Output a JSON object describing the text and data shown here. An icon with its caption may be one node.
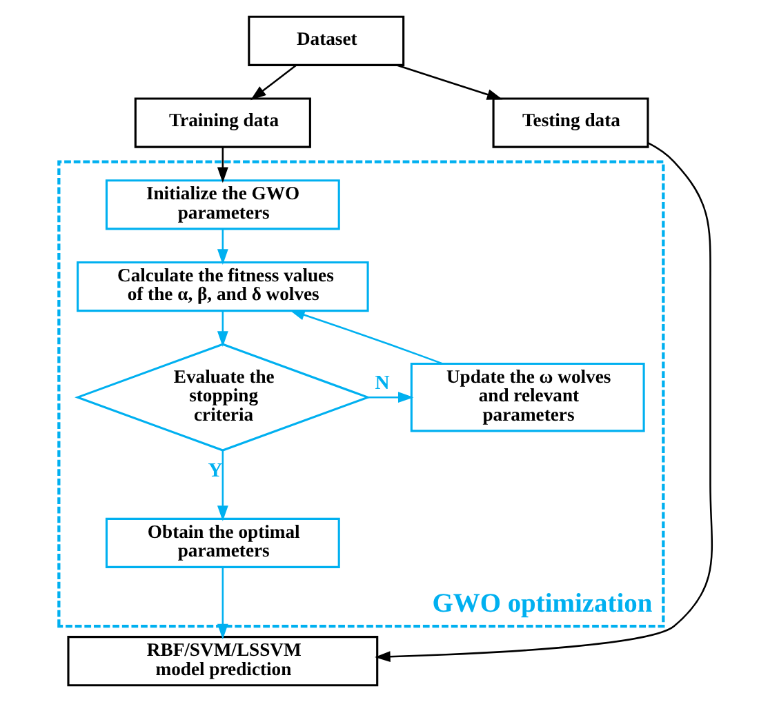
{
  "diagram": {
    "nodes": [
      {
        "text": [
          "Dataset"
        ]
      },
      {
        "text": [
          "Training data"
        ]
      },
      {
        "text": [
          "Testing data"
        ]
      },
      {
        "text": [
          "GWO optimization"
        ]
      },
      {
        "text": [
          "Initialize the GWO parameters"
        ],
        "in": 3
      },
      {
        "text": [
          "Calculate the fitness values of the α, β, and δ wolves"
        ],
        "in": 3
      },
      {
        "text": [
          "Update the ω wolves and relevant parameters"
        ],
        "in": 3
      },
      {
        "text": [
          "Evaluate the stopping criteria"
        ],
        "in": 3
      },
      {
        "text": [
          "Obtain the optimal parameters"
        ],
        "in": 3
      },
      {
        "text": [
          "RBF/SVM/LSSVM model prediction"
        ]
      }
    ],
    "edges": [
      {
        "from": 0,
        "to": 1,
        "arrow": "to",
        "color": "#000000"
      },
      {
        "from": 0,
        "to": 2,
        "arrow": "to",
        "color": "#000000"
      },
      {
        "from": 1,
        "to": 4,
        "arrow": "to",
        "color": "#000000"
      },
      {
        "from": 4,
        "to": 5,
        "arrow": "to"
      },
      {
        "from": 5,
        "to": 7,
        "arrow": "to"
      },
      {
        "from": 7,
        "to": 6,
        "arrow": "to",
        "label": "N"
      },
      {
        "from": 6,
        "to": 5,
        "arrow": "to"
      },
      {
        "from": 7,
        "to": 8,
        "arrow": "to",
        "label": "Y"
      },
      {
        "from": 8,
        "to": 9,
        "arrow": "to"
      },
      {
        "from": 2,
        "to": 9,
        "arrow": "to",
        "color": "#000000"
      }
    ]
  }
}
